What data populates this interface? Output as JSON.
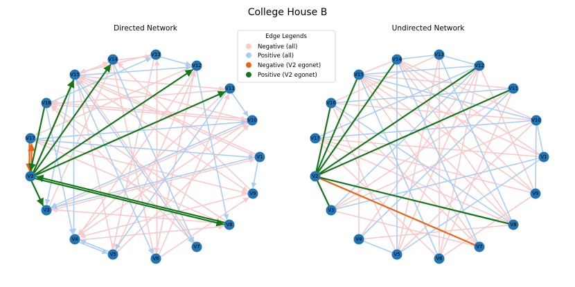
{
  "figure": {
    "title": "College House B",
    "panels": [
      {
        "title": "Directed Network",
        "directed": true
      },
      {
        "title": "Undirected Network",
        "directed": false
      }
    ]
  },
  "legend": {
    "title": "Edge Legends",
    "items": [
      {
        "label": "Negative (all)",
        "color": "#f9c8ca"
      },
      {
        "label": "Positive (all)",
        "color": "#a7cdf5"
      },
      {
        "label": "Negative (V2 egonet)",
        "color": "#ee6112"
      },
      {
        "label": "Positive (V2 egonet)",
        "color": "#13771a"
      }
    ]
  },
  "colors": {
    "node": "#2175b4",
    "negative": "#f9c8ca",
    "positive": "#a7cdf5",
    "ego_negative": "#ee6112",
    "ego_positive": "#13771a"
  },
  "nodes": [
    "V1",
    "V2",
    "V3",
    "V4",
    "V5",
    "V6",
    "V7",
    "V8",
    "V9",
    "V10",
    "V11",
    "V12",
    "V13",
    "V14",
    "V15",
    "V16",
    "V17"
  ],
  "directed_edges": {
    "ego_positive": [
      [
        "V2",
        "V14"
      ],
      [
        "V2",
        "V15"
      ],
      [
        "V2",
        "V12"
      ],
      [
        "V2",
        "V11"
      ],
      [
        "V16",
        "V2"
      ],
      [
        "V2",
        "V3"
      ],
      [
        "V8",
        "V2"
      ],
      [
        "V2",
        "V8"
      ]
    ],
    "ego_negative": [
      [
        "V2",
        "V15"
      ],
      [
        "V2",
        "V17"
      ],
      [
        "V17",
        "V2"
      ]
    ],
    "positive": [
      [
        "V16",
        "V13"
      ],
      [
        "V15",
        "V12"
      ],
      [
        "V12",
        "V8"
      ],
      [
        "V1",
        "V9"
      ],
      [
        "V4",
        "V5"
      ],
      [
        "V5",
        "V4"
      ],
      [
        "V15",
        "V3"
      ],
      [
        "V15",
        "V6"
      ],
      [
        "V16",
        "V4"
      ],
      [
        "V11",
        "V10"
      ],
      [
        "V17",
        "V1"
      ],
      [
        "V15",
        "V4"
      ],
      [
        "V10",
        "V3"
      ],
      [
        "V11",
        "V5"
      ],
      [
        "V13",
        "V12"
      ],
      [
        "V15",
        "V7"
      ],
      [
        "V14",
        "V7"
      ],
      [
        "V1",
        "V3"
      ],
      [
        "V17",
        "V10"
      ]
    ],
    "negative": [
      [
        "V15",
        "V14"
      ],
      [
        "V14",
        "V13"
      ],
      [
        "V15",
        "V10"
      ],
      [
        "V15",
        "V11"
      ],
      [
        "V15",
        "V9"
      ],
      [
        "V15",
        "V1"
      ],
      [
        "V16",
        "V10"
      ],
      [
        "V16",
        "V11"
      ],
      [
        "V17",
        "V8"
      ],
      [
        "V17",
        "V9"
      ],
      [
        "V3",
        "V10"
      ],
      [
        "V3",
        "V1"
      ],
      [
        "V4",
        "V12"
      ],
      [
        "V4",
        "V8"
      ],
      [
        "V5",
        "V10"
      ],
      [
        "V5",
        "V12"
      ],
      [
        "V6",
        "V13"
      ],
      [
        "V6",
        "V11"
      ],
      [
        "V7",
        "V15"
      ],
      [
        "V9",
        "V14"
      ],
      [
        "V10",
        "V4"
      ],
      [
        "V12",
        "V6"
      ],
      [
        "V8",
        "V16"
      ],
      [
        "V13",
        "V5"
      ],
      [
        "V1",
        "V15"
      ],
      [
        "V6",
        "V9"
      ],
      [
        "V7",
        "V16"
      ],
      [
        "V3",
        "V14"
      ],
      [
        "V12",
        "V17"
      ],
      [
        "V9",
        "V4"
      ],
      [
        "V10",
        "V16"
      ],
      [
        "V11",
        "V4"
      ],
      [
        "V14",
        "V6"
      ],
      [
        "V5",
        "V15"
      ],
      [
        "V13",
        "V15"
      ],
      [
        "V8",
        "V3"
      ]
    ]
  },
  "undirected_edges": {
    "ego_positive": [
      [
        "V2",
        "V14"
      ],
      [
        "V2",
        "V15"
      ],
      [
        "V2",
        "V12"
      ],
      [
        "V2",
        "V11"
      ],
      [
        "V2",
        "V16"
      ],
      [
        "V2",
        "V3"
      ],
      [
        "V2",
        "V8"
      ]
    ],
    "ego_negative": [
      [
        "V2",
        "V7"
      ]
    ],
    "positive": [
      [
        "V14",
        "V13"
      ],
      [
        "V13",
        "V12"
      ],
      [
        "V15",
        "V12"
      ],
      [
        "V12",
        "V3"
      ],
      [
        "V13",
        "V8"
      ],
      [
        "V15",
        "V6"
      ],
      [
        "V14",
        "V7"
      ],
      [
        "V16",
        "V11"
      ],
      [
        "V17",
        "V10"
      ],
      [
        "V10",
        "V1"
      ],
      [
        "V10",
        "V9"
      ],
      [
        "V11",
        "V4"
      ],
      [
        "V1",
        "V3"
      ],
      [
        "V14",
        "V5"
      ],
      [
        "V16",
        "V8"
      ],
      [
        "V15",
        "V10"
      ],
      [
        "V4",
        "V5"
      ],
      [
        "V1",
        "V5"
      ],
      [
        "V17",
        "V12"
      ]
    ],
    "negative": [
      [
        "V15",
        "V14"
      ],
      [
        "V15",
        "V11"
      ],
      [
        "V15",
        "V9"
      ],
      [
        "V15",
        "V1"
      ],
      [
        "V15",
        "V7"
      ],
      [
        "V16",
        "V10"
      ],
      [
        "V16",
        "V13"
      ],
      [
        "V17",
        "V8"
      ],
      [
        "V17",
        "V9"
      ],
      [
        "V3",
        "V10"
      ],
      [
        "V4",
        "V12"
      ],
      [
        "V4",
        "V8"
      ],
      [
        "V5",
        "V10"
      ],
      [
        "V5",
        "V12"
      ],
      [
        "V6",
        "V13"
      ],
      [
        "V6",
        "V11"
      ],
      [
        "V6",
        "V9"
      ],
      [
        "V7",
        "V16"
      ],
      [
        "V9",
        "V14"
      ],
      [
        "V8",
        "V14"
      ],
      [
        "V11",
        "V3"
      ],
      [
        "V12",
        "V6"
      ],
      [
        "V13",
        "V5"
      ],
      [
        "V14",
        "V1"
      ],
      [
        "V15",
        "V4"
      ],
      [
        "V16",
        "V5"
      ],
      [
        "V17",
        "V6"
      ],
      [
        "V3",
        "V7"
      ],
      [
        "V14",
        "V10"
      ],
      [
        "V12",
        "V9"
      ],
      [
        "V17",
        "V1"
      ],
      [
        "V15",
        "V8"
      ]
    ]
  }
}
